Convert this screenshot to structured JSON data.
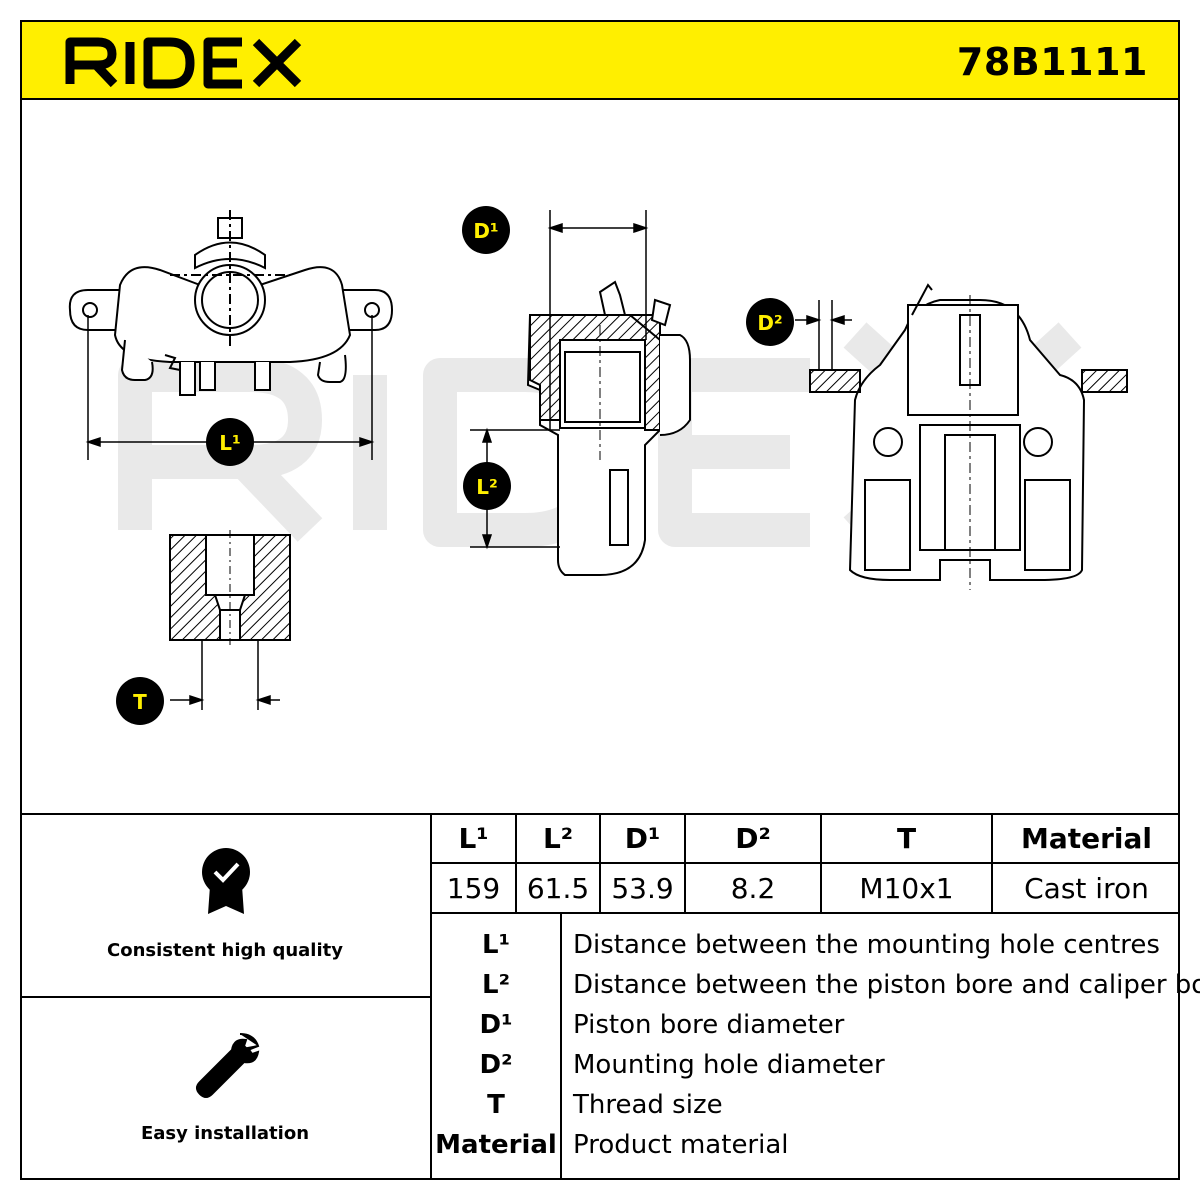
{
  "brand": "RIDEX",
  "part_number": "78B1111",
  "watermark": "RIDEX",
  "drawing": {
    "callouts": [
      "L¹",
      "L²",
      "D¹",
      "D²",
      "T"
    ]
  },
  "features": [
    {
      "label": "Consistent high quality",
      "icon": "quality-badge-icon"
    },
    {
      "label": "Easy installation",
      "icon": "wrench-icon"
    }
  ],
  "specs": {
    "headers": [
      "L¹",
      "L²",
      "D¹",
      "D²",
      "T",
      "Material"
    ],
    "values": [
      "159",
      "61.5",
      "53.9",
      "8.2",
      "M10x1",
      "Cast iron"
    ]
  },
  "legend": [
    {
      "symbol": "L¹",
      "text": "Distance between the mounting hole centres"
    },
    {
      "symbol": "L²",
      "text": "Distance between the piston bore and caliper body"
    },
    {
      "symbol": "D¹",
      "text": "Piston bore diameter"
    },
    {
      "symbol": "D²",
      "text": "Mounting hole diameter"
    },
    {
      "symbol": "T",
      "text": "Thread size"
    },
    {
      "symbol": "Material",
      "text": "Product material"
    }
  ],
  "colors": {
    "accent": "#ffef00",
    "line": "#000000",
    "watermark": "#e6e6e6"
  }
}
